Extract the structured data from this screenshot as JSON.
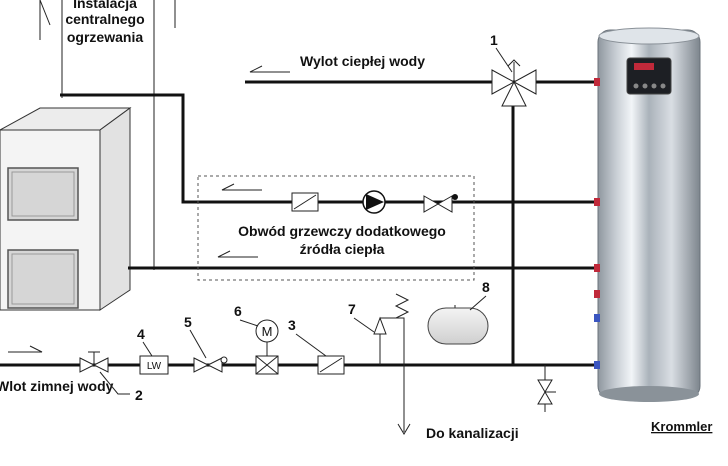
{
  "labels": {
    "heating_installation": [
      "Instalacja",
      "centralnego",
      "ogrzewania"
    ],
    "hot_water_outlet": "Wylot ciepłej wody",
    "aux_circuit": [
      "Obwód grzewczy dodatkowego",
      "źródła ciepła"
    ],
    "cold_water_inlet": "Wlot zimnej wody",
    "drain": "Do kanalizacji",
    "brand": "Krommler"
  },
  "components": {
    "mixing_valve": "1",
    "shutoff_valve": "2",
    "filter": "3",
    "water_meter": "4",
    "check_valve": "5",
    "pressure_reducer": "6",
    "safety_valve": "7",
    "expansion_vessel": "8"
  },
  "symbols": {
    "water_meter_text": "LW",
    "pressure_reducer_text": "M"
  },
  "icons": [
    "circulation-pump-icon",
    "mixing-valve-icon",
    "check-valve-icon",
    "safety-valve-icon",
    "expansion-vessel-icon",
    "control-panel-icon"
  ],
  "colors": {
    "pipe": "#111111",
    "tank_body": "#b9c0c8",
    "tank_highlight": "#e6ebf0",
    "connector_red": "#c0293a",
    "connector_blue": "#3a55c0",
    "vessel": "#e4e4e4"
  }
}
